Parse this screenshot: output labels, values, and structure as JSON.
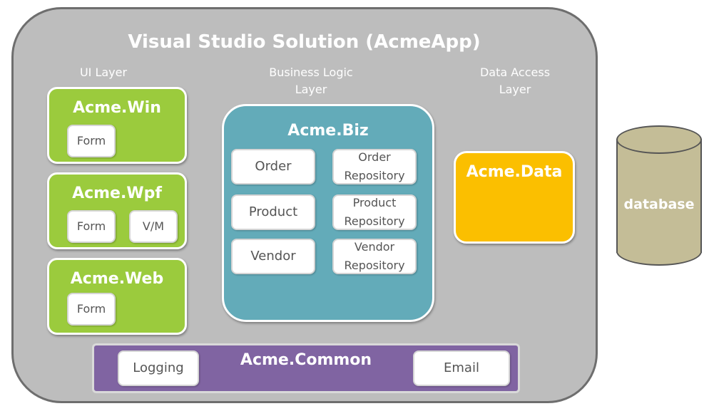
{
  "solution": {
    "title": "Visual Studio Solution (AcmeApp)"
  },
  "layers": {
    "ui": "UI Layer",
    "biz_line1": "Business Logic",
    "biz_line2": "Layer",
    "data_line1": "Data Access",
    "data_line2": "Layer"
  },
  "win": {
    "title": "Acme.Win",
    "items": [
      "Form"
    ]
  },
  "wpf": {
    "title": "Acme.Wpf",
    "items": [
      "Form",
      "V/M"
    ]
  },
  "web": {
    "title": "Acme.Web",
    "items": [
      "Form"
    ]
  },
  "biz": {
    "title": "Acme.Biz",
    "items": [
      "Order",
      "Product",
      "Vendor"
    ],
    "repos": [
      {
        "line1": "Order",
        "line2": "Repository"
      },
      {
        "line1": "Product",
        "line2": "Repository"
      },
      {
        "line1": "Vendor",
        "line2": "Repository"
      }
    ]
  },
  "data": {
    "title": "Acme.Data"
  },
  "common": {
    "title": "Acme.Common",
    "items": [
      "Logging",
      "Email"
    ]
  },
  "database": {
    "label": "database"
  },
  "colors": {
    "ui_green": "#9bcb3d",
    "biz_teal": "#63abb9",
    "data_orange": "#fbbf00",
    "common_purple": "#8064a2",
    "database_tan": "#c4bd97",
    "solution_gray": "#bdbdbd"
  }
}
